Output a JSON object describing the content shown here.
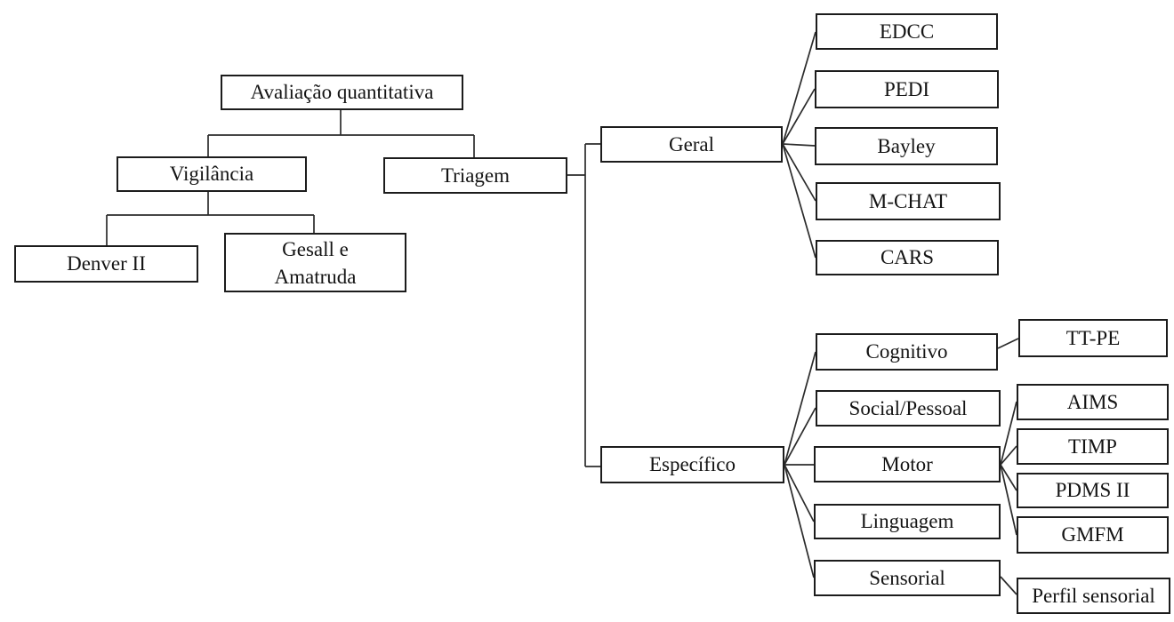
{
  "diagram": {
    "type": "flowchart",
    "nodes": {
      "avaliacao": {
        "label": "Avaliação quantitativa"
      },
      "vigilancia": {
        "label": "Vigilância"
      },
      "triagem": {
        "label": "Triagem"
      },
      "denver": {
        "label": "Denver II"
      },
      "gesall": {
        "label": "Gesall e Amatruda"
      },
      "geral": {
        "label": "Geral"
      },
      "especifico": {
        "label": "Específico"
      },
      "edcc": {
        "label": "EDCC"
      },
      "pedi": {
        "label": "PEDI"
      },
      "bayley": {
        "label": "Bayley"
      },
      "mchat": {
        "label": "M-CHAT"
      },
      "cars": {
        "label": "CARS"
      },
      "cognitivo": {
        "label": "Cognitivo"
      },
      "social": {
        "label": "Social/Pessoal"
      },
      "motor": {
        "label": "Motor"
      },
      "linguagem": {
        "label": "Linguagem"
      },
      "sensorial": {
        "label": "Sensorial"
      },
      "ttpe": {
        "label": "TT-PE"
      },
      "aims": {
        "label": "AIMS"
      },
      "timp": {
        "label": "TIMP"
      },
      "pdms": {
        "label": "PDMS II"
      },
      "gmfm": {
        "label": "GMFM"
      },
      "perfil": {
        "label": "Perfil sensorial"
      }
    },
    "edges": [
      [
        "avaliacao",
        "vigilancia"
      ],
      [
        "avaliacao",
        "triagem"
      ],
      [
        "vigilancia",
        "denver"
      ],
      [
        "vigilancia",
        "gesall"
      ],
      [
        "triagem",
        "geral"
      ],
      [
        "triagem",
        "especifico"
      ],
      [
        "geral",
        "edcc"
      ],
      [
        "geral",
        "pedi"
      ],
      [
        "geral",
        "bayley"
      ],
      [
        "geral",
        "mchat"
      ],
      [
        "geral",
        "cars"
      ],
      [
        "especifico",
        "cognitivo"
      ],
      [
        "especifico",
        "social"
      ],
      [
        "especifico",
        "motor"
      ],
      [
        "especifico",
        "linguagem"
      ],
      [
        "especifico",
        "sensorial"
      ],
      [
        "cognitivo",
        "ttpe"
      ],
      [
        "motor",
        "aims"
      ],
      [
        "motor",
        "timp"
      ],
      [
        "motor",
        "pdms"
      ],
      [
        "motor",
        "gmfm"
      ],
      [
        "sensorial",
        "perfil"
      ]
    ],
    "colors": {
      "background": "#ffffff",
      "box_fill": "#ffffff",
      "box_border": "#1c1c1c",
      "connector": "#2b2b2b",
      "text": "#141414"
    }
  }
}
